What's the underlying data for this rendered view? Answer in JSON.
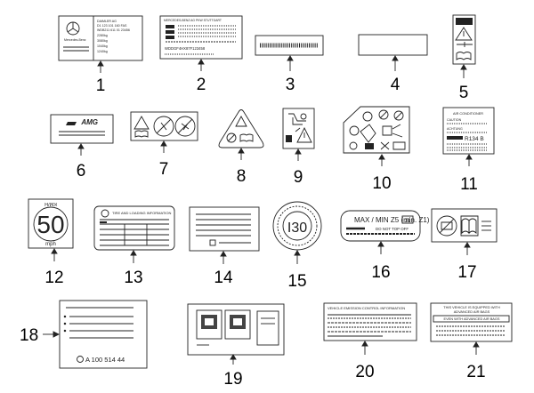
{
  "callouts": [
    "1",
    "2",
    "3",
    "4",
    "5",
    "6",
    "7",
    "8",
    "9",
    "10",
    "11",
    "12",
    "13",
    "14",
    "15",
    "16",
    "17",
    "18",
    "19",
    "20",
    "21"
  ],
  "labels": {
    "l1": {
      "brand": "Mercedes-Benz",
      "lines": [
        "DAIMLER AG",
        "D1 123 101 160 FAS",
        "WDB211 611 01 23456",
        "2280kg",
        "3080kg",
        "1040kg",
        "1240kg"
      ]
    },
    "l2": {
      "header": "MERCEDES-BENZ AG PKW STUTTGART",
      "vin": "WDDGF4HX87F123458"
    },
    "l6": {
      "brand": "AMG"
    },
    "l11": {
      "title": "AIR CONDITIONER",
      "caution": "CAUTION",
      "achtung": "ACHTUNG",
      "refrigerant": "R134 B"
    },
    "l12": {
      "top": "KM/H",
      "value": "50",
      "unit": "mph"
    },
    "l13": {
      "title": "TIRE AND LOADING INFORMATION"
    },
    "l15": {
      "value": "I30"
    },
    "l16": {
      "line": "MAX / MIN  Z5 (min. Z1)",
      "badge": "31",
      "warning": "DO NOT TOP OFF"
    },
    "l18": {
      "part": "A 100 514 44"
    },
    "l20": {
      "title": "VEHICLE EMISSION CONTROL INFORMATION"
    },
    "l21": {
      "line1": "THIS VEHICLE IS EQUIPPED WITH",
      "line2": "ADVANCED AIR BAGS",
      "line3": "EVEN WITH ADVANCED AIR BAGS"
    }
  }
}
